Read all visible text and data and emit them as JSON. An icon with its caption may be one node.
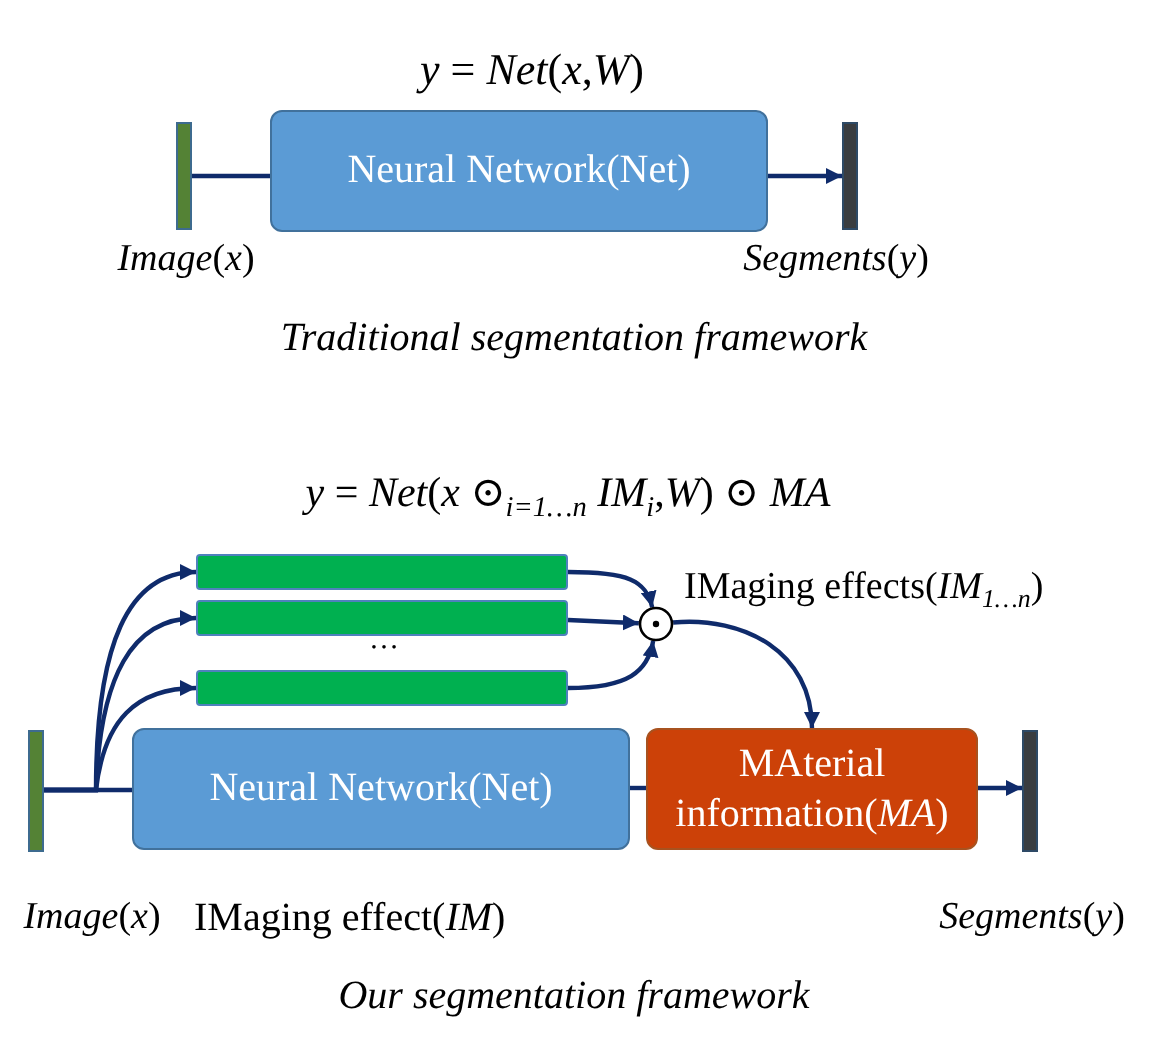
{
  "diagram": {
    "nodes": [
      {
        "text": [],
        "shape": "bar",
        "beside": [
          "*Image*(*x*)"
        ]
      },
      {
        "text": [
          "Neural Network(Net)"
        ]
      },
      {
        "text": [],
        "shape": "bar",
        "beside": [
          "*Segments*(*y*)"
        ]
      },
      {
        "text": [],
        "shape": "bar",
        "beside": [
          "*Image*(*x*)"
        ]
      },
      {
        "text": [],
        "shape": "bar"
      },
      {
        "text": [],
        "shape": "bar"
      },
      {
        "text": [],
        "shape": "bar"
      },
      {
        "text": [],
        "shape": "circle",
        "beside": [
          "IMaging effects(*IM*$_{1…n}$)"
        ]
      },
      {
        "text": [
          "Neural Network(Net)"
        ],
        "beside": [
          "IMaging effect(*IM*)"
        ]
      },
      {
        "text": [
          "MAterial information(*MA*)"
        ]
      },
      {
        "text": [],
        "shape": "bar",
        "beside": [
          "*Segments*(*y*)"
        ]
      }
    ],
    "edges": [
      {
        "from": 0,
        "to": 1,
        "arrow": "none"
      },
      {
        "from": 1,
        "to": 2,
        "arrow": "to"
      },
      {
        "from": 3,
        "to": 8,
        "arrow": "none"
      },
      {
        "from": 3,
        "to": 4,
        "arrow": "to"
      },
      {
        "from": 3,
        "to": 5,
        "arrow": "to"
      },
      {
        "from": 3,
        "to": 6,
        "arrow": "to"
      },
      {
        "from": 4,
        "to": 7,
        "arrow": "to"
      },
      {
        "from": 5,
        "to": 7,
        "arrow": "to"
      },
      {
        "from": 6,
        "to": 7,
        "arrow": "to"
      },
      {
        "from": 7,
        "to": 9,
        "arrow": "to"
      },
      {
        "from": 8,
        "to": 9,
        "arrow": "none"
      },
      {
        "from": 9,
        "to": 10,
        "arrow": "to"
      }
    ],
    "labels": [
      "*y* = *Net*(*x*,*W*)",
      "Traditional segmentation framework",
      "*y* = *Net*(*x* ⊙$_{i=1…n}$ *IM*$_{i}$,*W*) ⊙ *MA*",
      "…",
      "Our segmentation framework"
    ]
  }
}
